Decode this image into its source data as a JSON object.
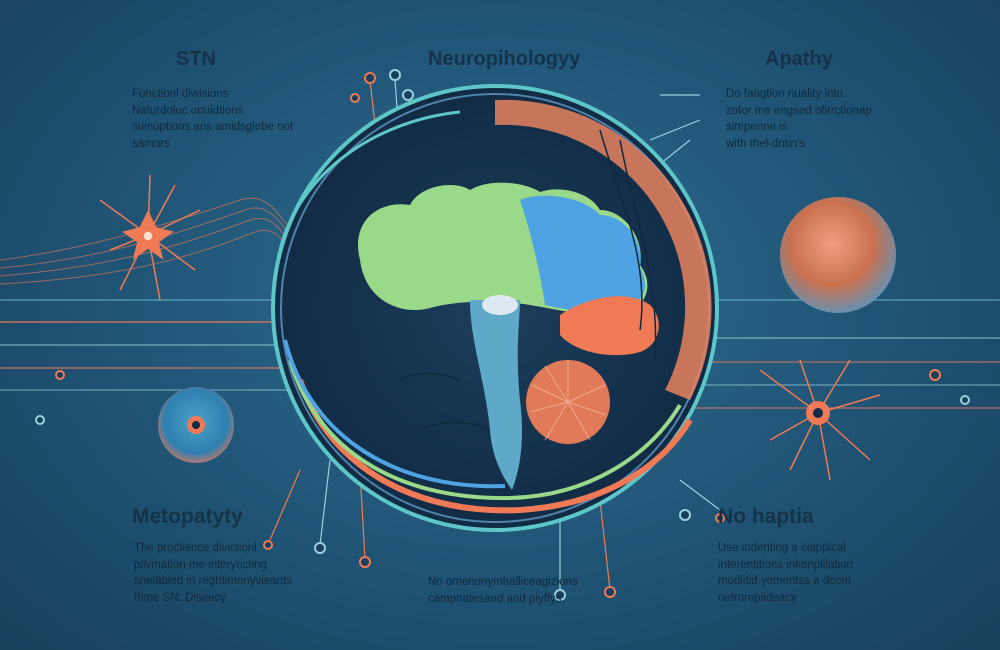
{
  "colors": {
    "background": "#22587a",
    "coral": "#f07a55",
    "green": "#9ad98a",
    "blue": "#4fa3e3",
    "teal": "#5ec6c9",
    "dark": "#0f2b40"
  },
  "labels": {
    "stn_title": "STN",
    "stn_text": "Functionl diwisions\nNaturdoluc onuidtions\nsuinuptions ans amidsglebe not\nsamors",
    "neuro_title": "Neuropihologyy",
    "apathy_title": "Apathy",
    "apathy_text": "Do fangtion nuality into\nzotor me engsed ofirrctionap\nsimpenne is\nwith thel-dntin's",
    "meto_title": "Metopatyty",
    "meto_text": "The prociience divictionl\nplivmation me interyricting\nsnelabled in reghtimonyvieants\nthme SN: Diseacy",
    "center_text": "No omenonymhalliceagizions\ncampnatesand and piyffys.",
    "nohap_title": "No haptia",
    "nohap_text": "Use indenting a ciappical\ninterentitions inkenplilation\nmodiitid yementss a dcom\nnetruropiideacy."
  },
  "icons": [
    "neuron-icon",
    "cell-icon",
    "brain-icon"
  ]
}
